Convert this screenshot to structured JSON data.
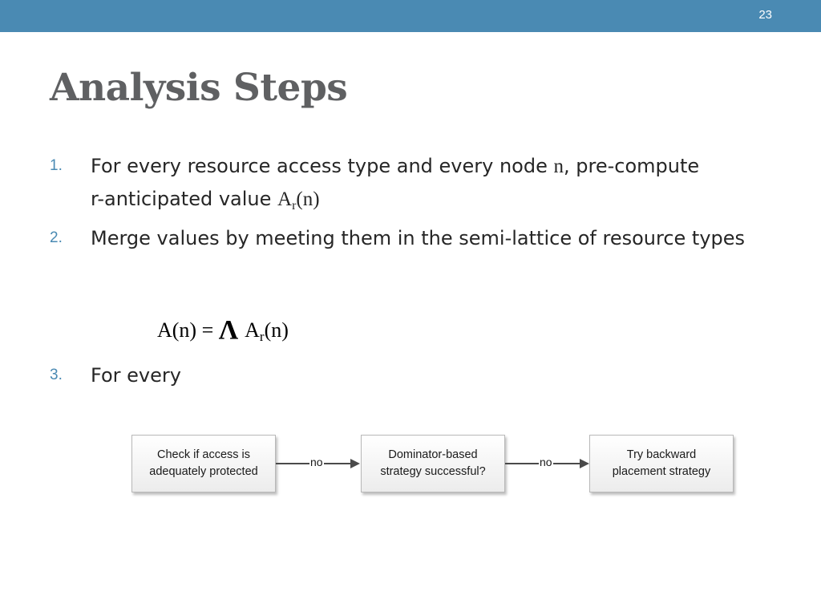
{
  "slide": {
    "number": "23",
    "title": "Analysis Steps"
  },
  "list": [
    {
      "num": "1.",
      "text_a": "For every resource access type and every node ",
      "math_n": "n",
      "text_b": ", pre-compute r-anticipated value ",
      "math_A": "A",
      "math_sub": "r",
      "math_arg": "(n)"
    },
    {
      "num": "2.",
      "text": "Merge values by meeting them in the semi-lattice of resource types"
    },
    {
      "num": "3.",
      "text": "For every"
    }
  ],
  "formula": {
    "lhs": "A(n) = ",
    "operator": "Λ",
    "rhs_A": "A",
    "rhs_sub": "r",
    "rhs_arg": "(n)"
  },
  "flowchart": {
    "boxes": [
      "Check if access is\nadequately protected",
      "Dominator-based\nstrategy successful?",
      "Try backward\nplacement strategy"
    ],
    "edge_labels": [
      "no",
      "no"
    ]
  },
  "colors": {
    "accent": "#4a8ab3",
    "title": "#5f6062"
  }
}
